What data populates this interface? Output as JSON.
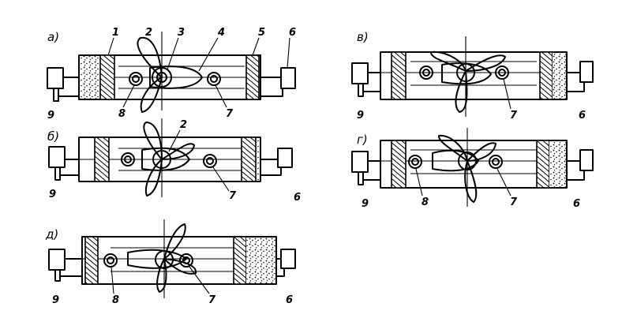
{
  "panels": [
    {
      "key": "a",
      "title": "а)",
      "labels": {
        "n1": "1",
        "n2": "2",
        "n3": "3",
        "n4": "4",
        "n5": "5",
        "n6": "6",
        "n7": "7",
        "n8": "8",
        "n9": "9"
      }
    },
    {
      "key": "b",
      "title": "б)",
      "labels": {
        "n2": "2",
        "n6": "6",
        "n7": "7",
        "n9": "9"
      }
    },
    {
      "key": "v",
      "title": "в)",
      "labels": {
        "n6": "6",
        "n7": "7",
        "n9": "9"
      }
    },
    {
      "key": "g",
      "title": "г)",
      "labels": {
        "n6": "6",
        "n7": "7",
        "n8": "8",
        "n9": "9"
      }
    },
    {
      "key": "d",
      "title": "д)",
      "labels": {
        "n6": "6",
        "n7": "7",
        "n8": "8",
        "n9": "9"
      }
    }
  ]
}
